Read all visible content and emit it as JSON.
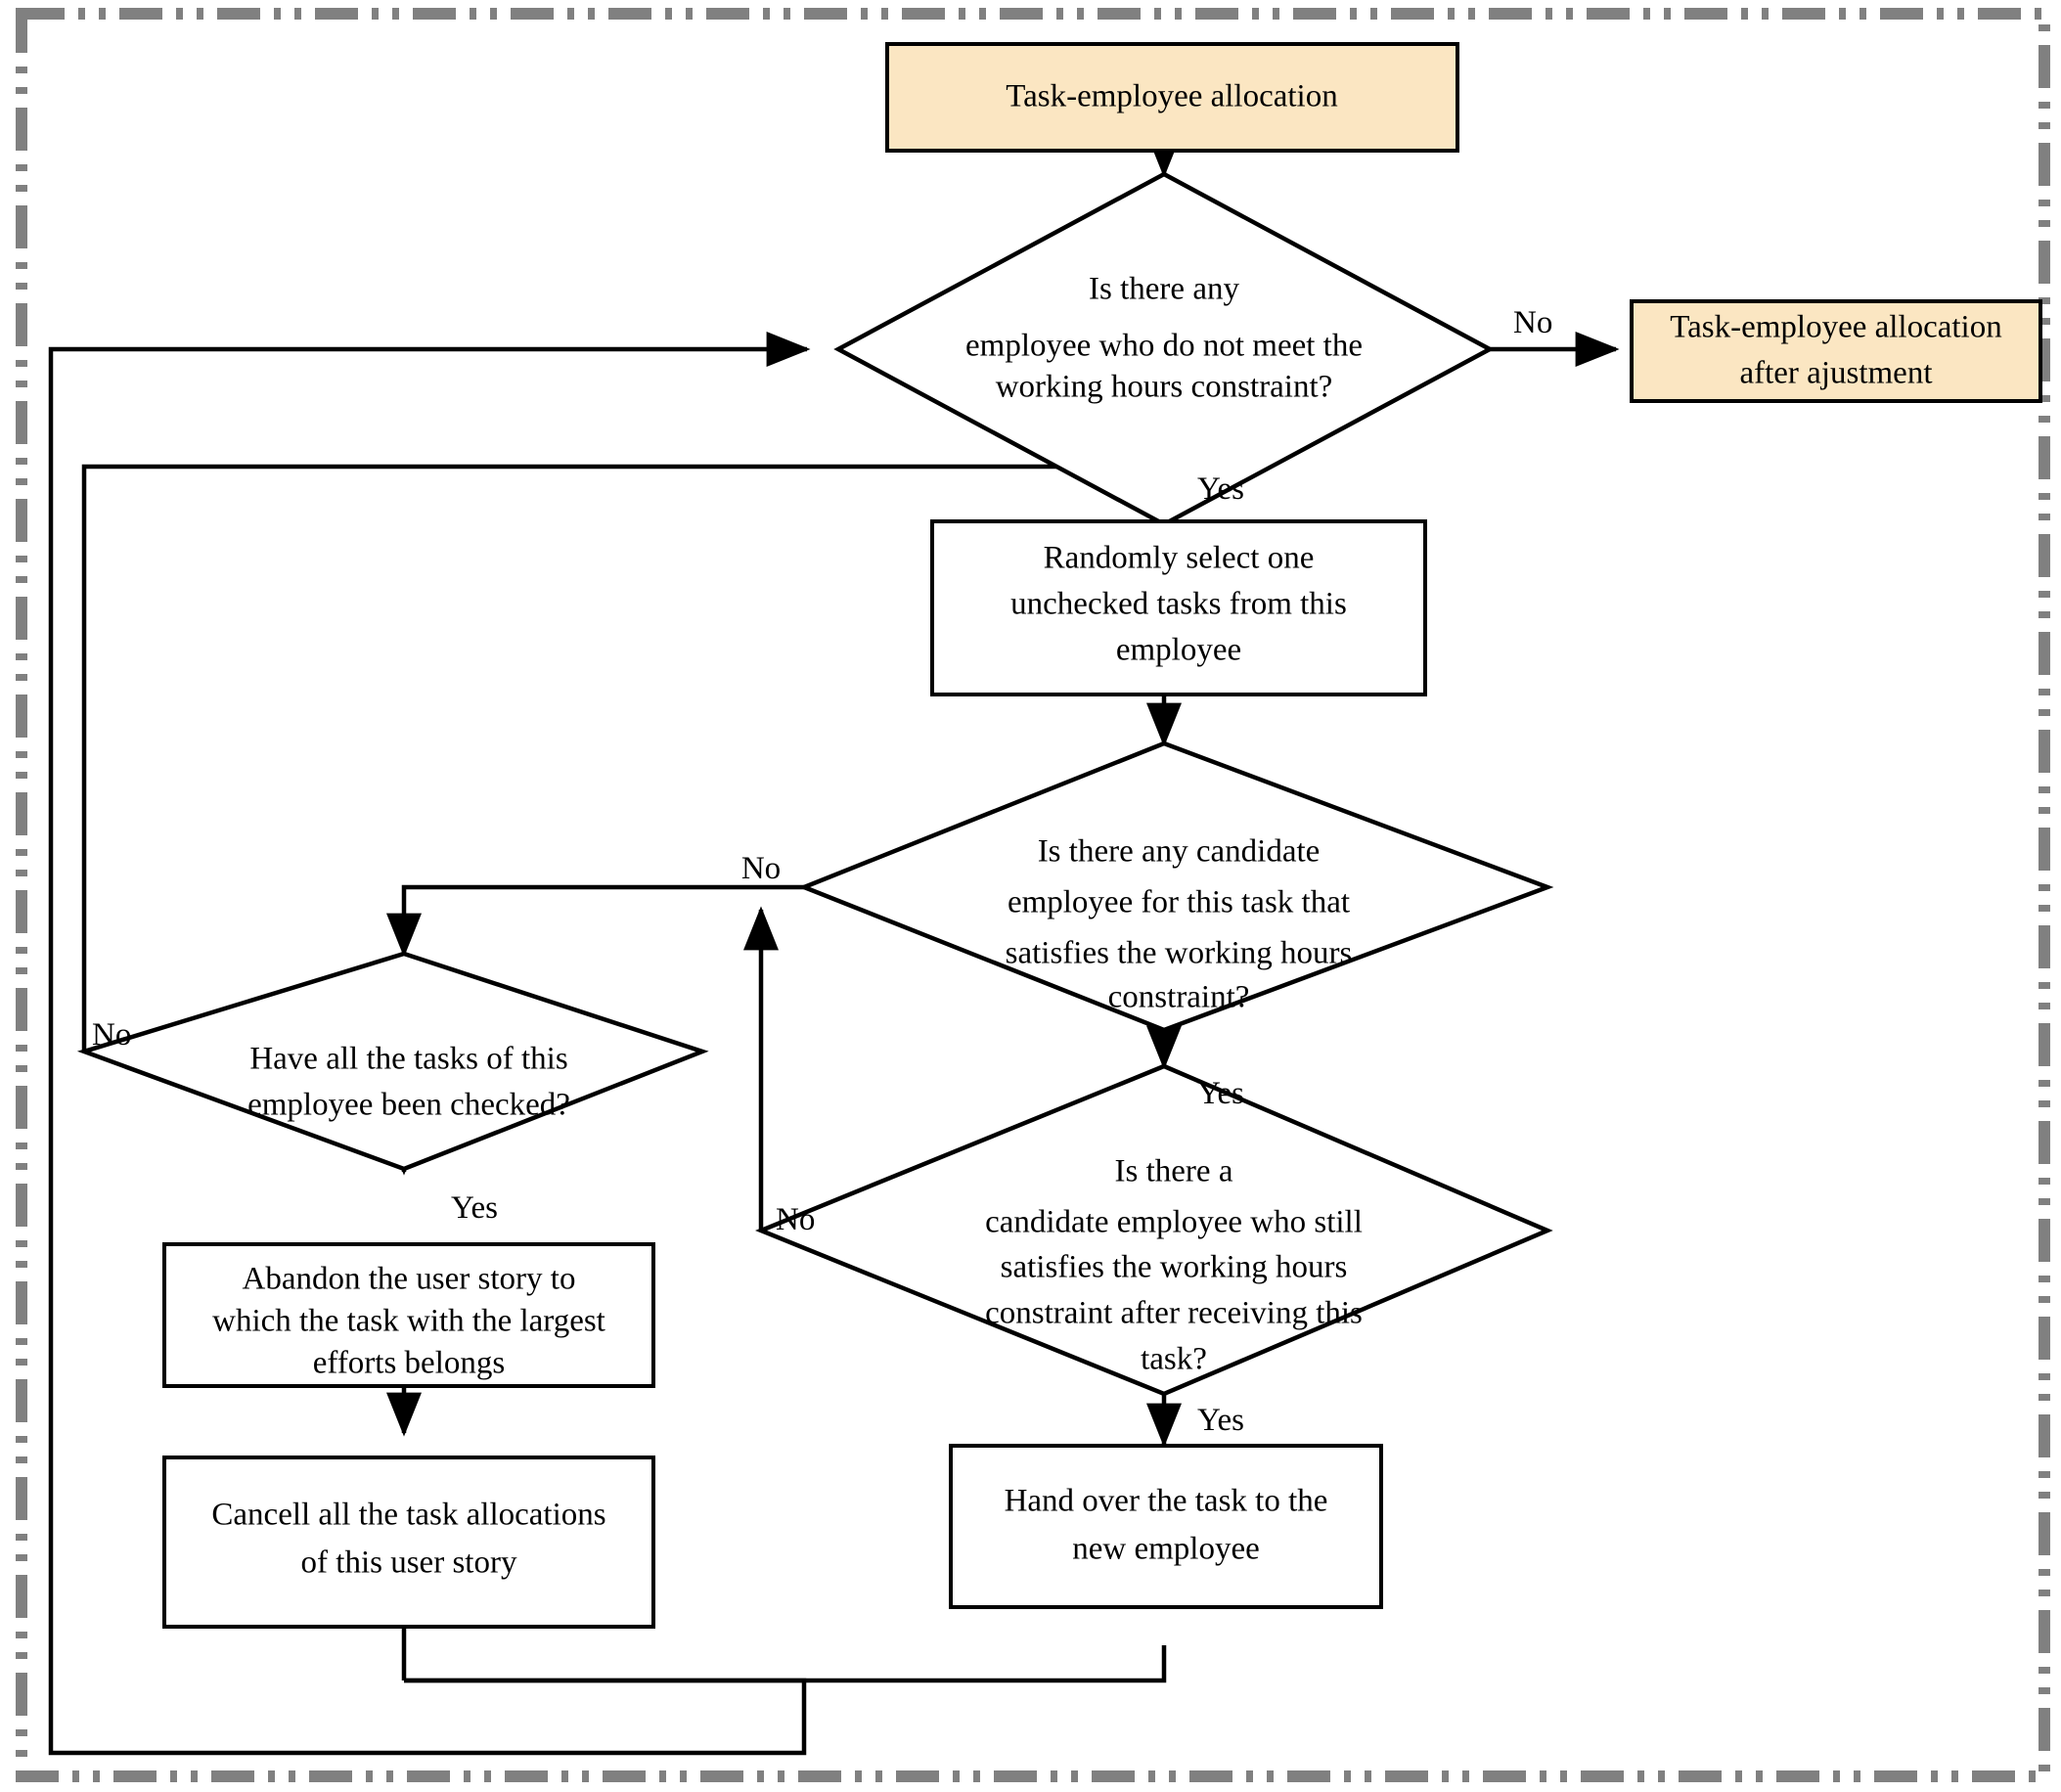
{
  "diagram": {
    "title": "Task-employee allocation adjustment flowchart",
    "colors": {
      "accent_fill": "#fbe6c2",
      "node_fill": "#ffffff",
      "stroke": "#000000",
      "outer_border": "#808080"
    },
    "nodes": {
      "start": {
        "id": "start",
        "type": "process-accent",
        "lines": [
          "Task-employee allocation"
        ]
      },
      "decision_hours": {
        "id": "decision_hours",
        "type": "decision",
        "lines": [
          "Is there any",
          "employee who do not meet the",
          "working hours constraint?"
        ]
      },
      "end_result": {
        "id": "end_result",
        "type": "process-accent",
        "lines": [
          "Task-employee allocation",
          "after ajustment"
        ]
      },
      "select_task": {
        "id": "select_task",
        "type": "process",
        "lines": [
          "Randomly select one",
          "unchecked tasks from this",
          "employee"
        ]
      },
      "decision_candidate": {
        "id": "decision_candidate",
        "type": "decision",
        "lines": [
          "Is there any candidate",
          "employee for this task that",
          "satisfies the working hours",
          "constraint?"
        ]
      },
      "decision_all_checked": {
        "id": "decision_all_checked",
        "type": "decision",
        "lines": [
          "Have all the tasks  of this",
          "employee been checked?"
        ]
      },
      "decision_still_satisfies": {
        "id": "decision_still_satisfies",
        "type": "decision",
        "lines": [
          "Is there a",
          "candidate employee who still",
          "satisfies the working hours",
          "constraint after receiving this",
          "task?"
        ]
      },
      "abandon_story": {
        "id": "abandon_story",
        "type": "process",
        "lines": [
          "Abandon the user story to",
          "which the task with the largest",
          "efforts belongs"
        ]
      },
      "cancel_allocations": {
        "id": "cancel_allocations",
        "type": "process",
        "lines": [
          "Cancell all the task allocations",
          "of this user story"
        ]
      },
      "hand_over": {
        "id": "hand_over",
        "type": "process",
        "lines": [
          "Hand over the task to the",
          "new employee"
        ]
      }
    },
    "edge_labels": {
      "hours_no": "No",
      "hours_yes": "Yes",
      "candidate_no": "No",
      "candidate_yes": "Yes",
      "all_checked_no": "No",
      "all_checked_yes": "Yes",
      "still_no": "No",
      "still_yes": "Yes"
    }
  }
}
